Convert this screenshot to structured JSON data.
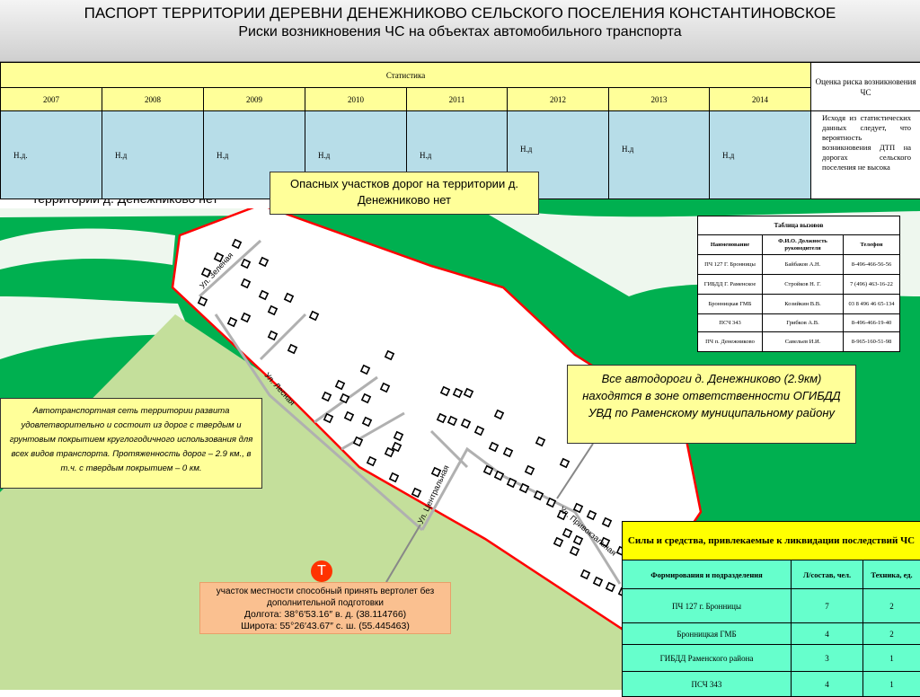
{
  "header": {
    "title": "ПАСПОРТ ТЕРРИТОРИИ ДЕРЕВНИ ДЕНЕЖНИКОВО СЕЛЬСКОГО ПОСЕЛЕНИЯ КОНСТАНТИНОВСКОЕ",
    "subtitle": "Риски возникновения ЧС на объектах автомобильного транспорта"
  },
  "stats": {
    "group_header": "Статистика",
    "risk_header": "Оценка риска возникновения ЧС",
    "years": [
      "2007",
      "2008",
      "2009",
      "2010",
      "2011",
      "2012",
      "2013",
      "2014"
    ],
    "values": [
      "Н.д.",
      "Н.д",
      "Н.д",
      "Н.д",
      "Н.д",
      "Н.д",
      "Н.д",
      "Н.д"
    ],
    "risk_text": "Исходя из статистических данных следует, что вероятность возникновения ДТП на дорогах сельского поселения не высока"
  },
  "hidden_text": "территории д. Денежниково нет",
  "callouts": {
    "danger": "Опасных участков дорог на территории д. Денежниково нет",
    "responsibility": "Все автодороги д. Денежниково (2.9км) находятся в зоне ответственности ОГИБДД УВД по Раменскому муниципальному району",
    "roads": "Автотранспортная сеть территории развита удовлетворительно и состоит из дорог с твердым и грунтовым покрытием круглогодичного использования для всех видов транспорта. Протяженность дорог – 2.9 км., в т.ч. с твердым покрытием – 0 км."
  },
  "helipad": {
    "icon_letter": "Т",
    "line1": "участок местности способный принять вертолет без дополнительной подготовки",
    "lon": "Долгота: 38°6′53.16″ в. д. (38.114766)",
    "lat": "Широта: 55°26′43.67″ с. ш. (55.445463)"
  },
  "streets": {
    "zelenaya": "Ул. Зеленая",
    "lesnaya": "Ул. Лесная",
    "centralnaya": "Ул. Центральная",
    "privokzalnaya": "Ул. Привокзальная"
  },
  "calls_table": {
    "caption": "Таблица вызовов",
    "headers": [
      "Наименование",
      "Ф.И.О. Должность руководителя",
      "Телефон"
    ],
    "rows": [
      [
        "ПЧ 127 Г. Бронницы",
        "Байбаков А.Н.",
        "8-496-466-56-56"
      ],
      [
        "ГИБДД Г. Раменское",
        "Стройков Н. Г.",
        "7 (496) 463-16-22"
      ],
      [
        "Бронницкая ГМБ",
        "Козийкин В.В.",
        "03 8 496 46 65-134"
      ],
      [
        "ПСЧ 343",
        "Грибков А.В.",
        "8-496-466-19-40"
      ],
      [
        "ПЧ п. Денежниково",
        "Савельев И.И.",
        "8-965-160-51-98"
      ]
    ]
  },
  "forces_table": {
    "caption": "Силы и средства, привлекаемые к ликвидации последствий ЧС",
    "headers": [
      "Формирования и подразделения",
      "Л/состав, чел.",
      "Техника, ед."
    ],
    "rows": [
      [
        "ПЧ 127 г. Бронницы",
        "7",
        "2"
      ],
      [
        "Бронницкая ГМБ",
        "4",
        "2"
      ],
      [
        "ГИБДД Раменского района",
        "3",
        "1"
      ],
      [
        "ПСЧ 343",
        "4",
        "1"
      ]
    ]
  },
  "colors": {
    "forest": "#00b050",
    "field": "#c4df9b",
    "boundary": "#ff0000",
    "callout": "#ffff99",
    "table_cyan": "#b7dde8",
    "forces": "#66ffcc",
    "helipad": "#fac090"
  }
}
